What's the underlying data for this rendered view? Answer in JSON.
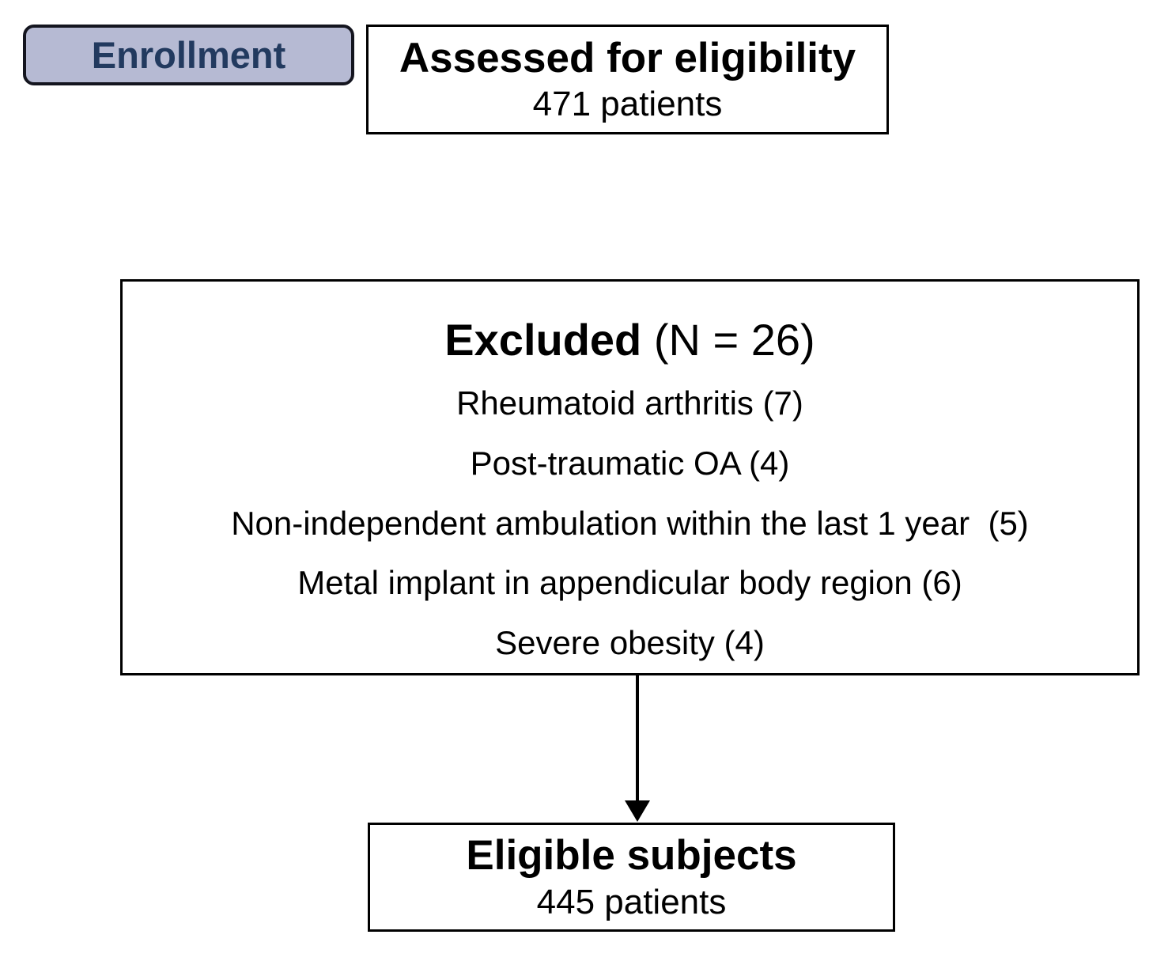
{
  "flow": {
    "stage_label": "Enrollment",
    "assessed": {
      "title": "Assessed for eligibility",
      "count": "471 patients"
    },
    "excluded": {
      "title": "Excluded",
      "count": " (N = 26)",
      "items": [
        "Rheumatoid arthritis (7)",
        "Post-traumatic OA (4)",
        "Non-independent ambulation within the last 1 year  (5)",
        "Metal implant in appendicular body region (6)",
        "Severe obesity (4)"
      ]
    },
    "eligible": {
      "title": "Eligible subjects",
      "count": "445 patients"
    },
    "colors": {
      "enrollment_fill": "#b6bad3",
      "enrollment_text": "#223a5f",
      "box_border": "#000000",
      "background": "#ffffff"
    }
  }
}
